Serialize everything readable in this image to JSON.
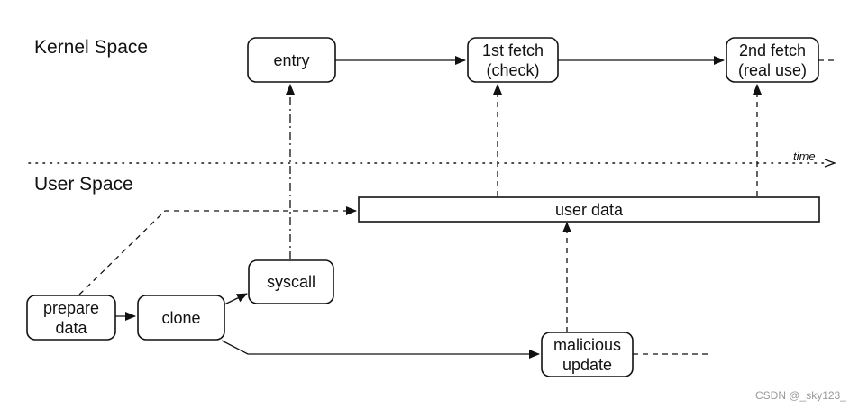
{
  "regions": {
    "kernel_space": "Kernel Space",
    "user_space": "User Space"
  },
  "time_axis": {
    "label": "time"
  },
  "nodes": {
    "entry": {
      "lines": [
        "entry"
      ]
    },
    "first_fetch": {
      "lines": [
        "1st fetch",
        "(check)"
      ]
    },
    "second_fetch": {
      "lines": [
        "2nd fetch",
        "(real use)"
      ]
    },
    "user_data": {
      "lines": [
        "user data"
      ]
    },
    "syscall": {
      "lines": [
        "syscall"
      ]
    },
    "prepare_data": {
      "lines": [
        "prepare",
        "data"
      ]
    },
    "clone": {
      "lines": [
        "clone"
      ]
    },
    "malicious_update": {
      "lines": [
        "malicious",
        "update"
      ]
    }
  },
  "watermark": "CSDN @_sky123_",
  "colors": {
    "stroke": "#111111",
    "background": "#ffffff",
    "watermark": "#9a9a9a"
  }
}
